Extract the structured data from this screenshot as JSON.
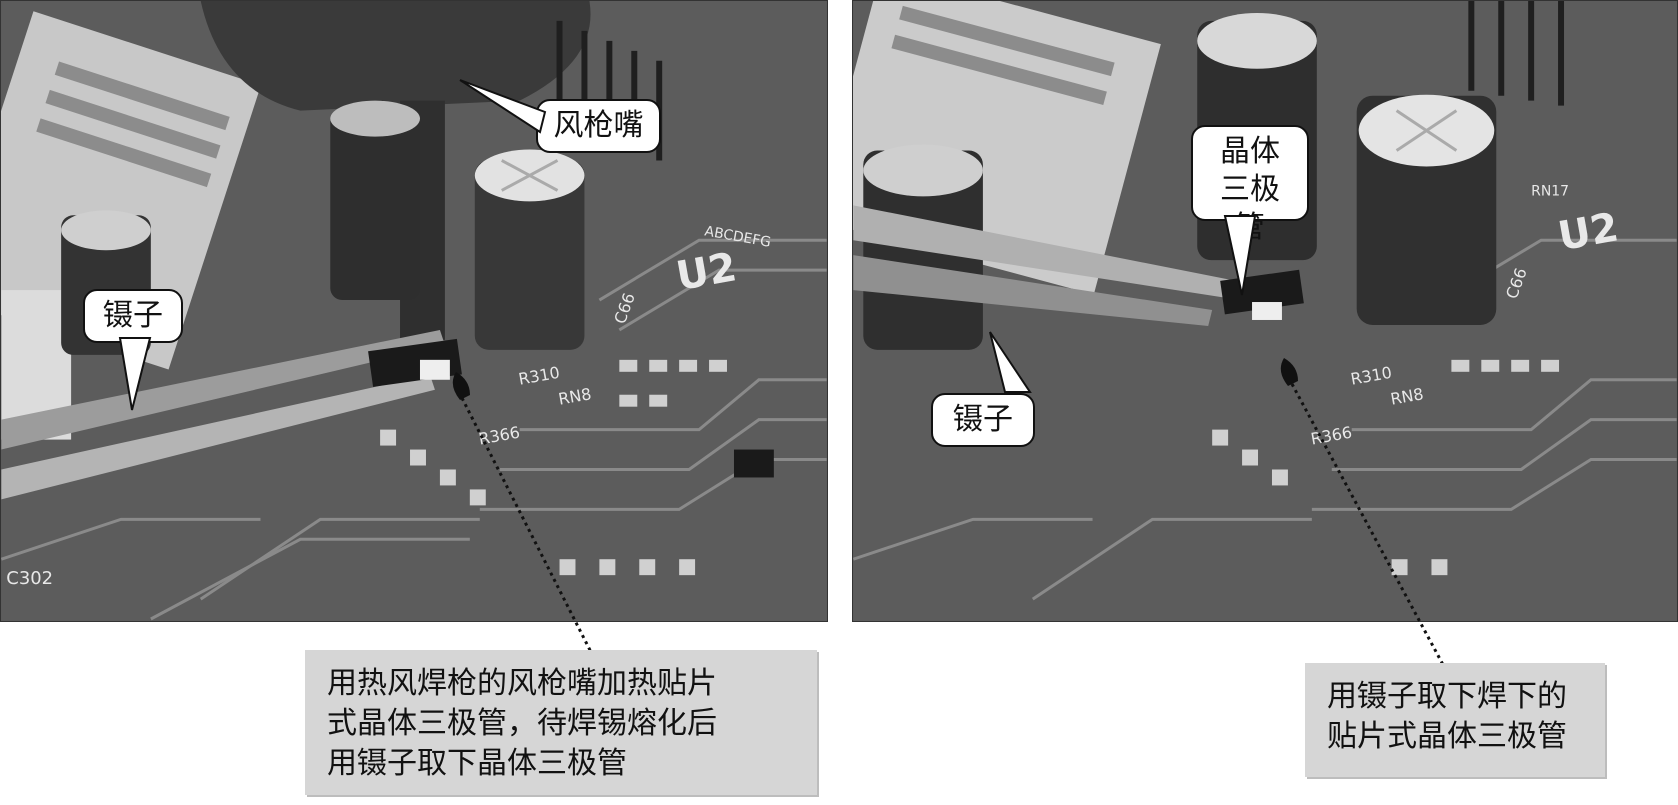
{
  "left_panel": {
    "callouts": {
      "nozzle": "风枪嘴",
      "tweezers": "镊子"
    },
    "board_marks": [
      "U2",
      "C66",
      "R310",
      "R366",
      "RN8",
      "C302",
      "ABCDEFG"
    ],
    "note_lines": [
      "用热风焊枪的风枪嘴加热贴片",
      "式晶体三极管，待焊锡熔化后",
      "用镊子取下晶体三极管"
    ]
  },
  "right_panel": {
    "callouts": {
      "transistor_line1": "晶体",
      "transistor_line2": "三极管",
      "tweezers": "镊子"
    },
    "board_marks": [
      "U2",
      "C66",
      "R310",
      "R366",
      "RN8",
      "RN17"
    ],
    "note_lines": [
      "用镊子取下焊下的",
      "贴片式晶体三极管"
    ]
  }
}
